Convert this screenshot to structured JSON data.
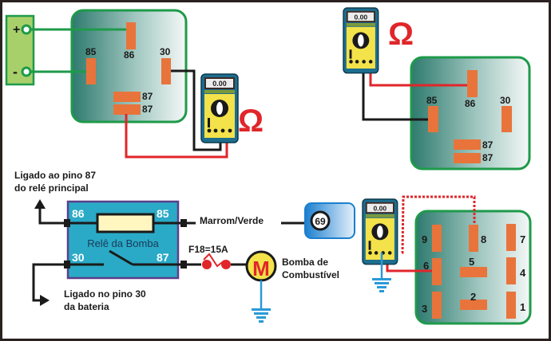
{
  "colors": {
    "relay_border": "#1e9a4a",
    "relay_grad_dark": "#2e7a6e",
    "relay_grad_light": "#f4f8f7",
    "pin": "#e8743b",
    "wire_red": "#e0262a",
    "wire_black": "#1a1a1a",
    "wire_green": "#1e9a4a",
    "ground": "#2a9ad8",
    "pump_relay_fill": "#2aaac6",
    "pump_relay_border": "#5b3f8a",
    "coil_fill": "#fff6c0",
    "battery_fill": "#a8d06a",
    "omega": "#e0262a"
  },
  "panel1": {
    "battery": {
      "plus": "+",
      "minus": "-"
    },
    "relay_pins": {
      "p85": "85",
      "p86": "86",
      "p30": "30",
      "p87a": "87",
      "p87b": "87"
    },
    "meter_display": "0.00",
    "omega": "Ω"
  },
  "panel2": {
    "relay_pins": {
      "p85": "85",
      "p86": "86",
      "p30": "30",
      "p87a": "87",
      "p87b": "87"
    },
    "meter_display": "0.00",
    "omega": "Ω"
  },
  "panel3": {
    "top_note_line1": "Ligado ao pino 87",
    "top_note_line2": "do relé principal",
    "bottom_note_line1": "Ligado no pino 30",
    "bottom_note_line2": "da bateria",
    "pump_relay": {
      "title": "Relê da Bomba",
      "p86": "86",
      "p85": "85",
      "p30": "30",
      "p87": "87"
    },
    "wire_label": "Marrom/Verde",
    "connector_number": "69",
    "fuse_label": "F18=15A",
    "motor_letter": "M",
    "pump_line1": "Bomba de",
    "pump_line2": "Combustível"
  },
  "panel4": {
    "meter_display": "0.00",
    "pins": [
      "9",
      "8",
      "7",
      "6",
      "5",
      "4",
      "3",
      "2",
      "1"
    ]
  }
}
